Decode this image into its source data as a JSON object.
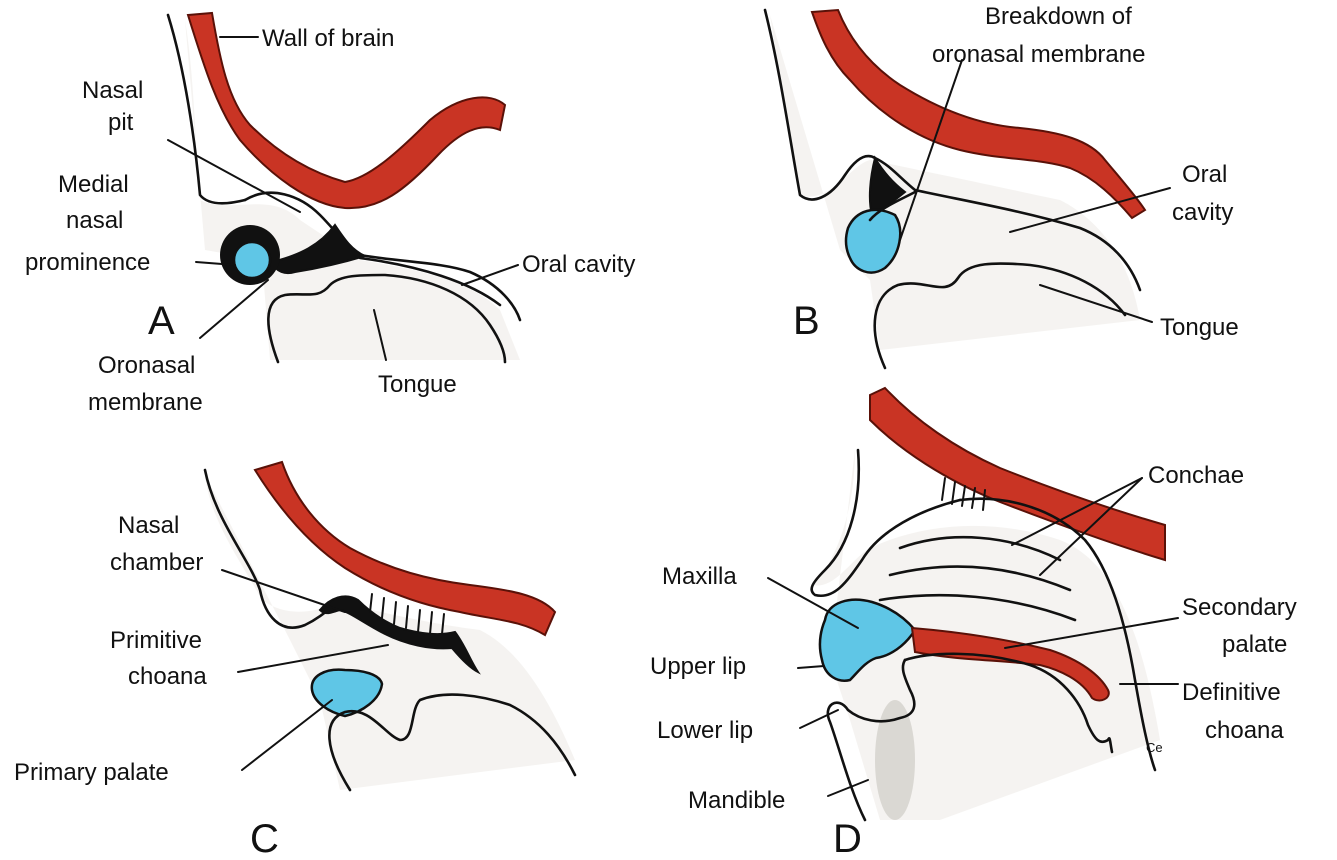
{
  "panels": [
    {
      "letter": "A",
      "labels": {
        "wall_of_brain": "Wall of brain",
        "nasal_pit_1": "Nasal",
        "nasal_pit_2": "pit",
        "medial_1": "Medial",
        "medial_2": "nasal",
        "medial_3": "prominence",
        "oral_cavity": "Oral cavity",
        "oronasal_1": "Oronasal",
        "oronasal_2": "membrane",
        "tongue": "Tongue"
      }
    },
    {
      "letter": "B",
      "labels": {
        "breakdown_1": "Breakdown of",
        "breakdown_2": "oronasal membrane",
        "oral_1": "Oral",
        "oral_2": "cavity",
        "tongue": "Tongue"
      }
    },
    {
      "letter": "C",
      "labels": {
        "nasal_chamber_1": "Nasal",
        "nasal_chamber_2": "chamber",
        "primitive_1": "Primitive",
        "primitive_2": "choana",
        "primary_palate": "Primary palate"
      }
    },
    {
      "letter": "D",
      "labels": {
        "conchae": "Conchae",
        "maxilla": "Maxilla",
        "secondary_1": "Secondary",
        "secondary_2": "palate",
        "upper_lip": "Upper lip",
        "definitive_1": "Definitive",
        "definitive_2": "choana",
        "lower_lip": "Lower lip",
        "mandible": "Mandible",
        "signature": "Ce"
      }
    }
  ],
  "colors": {
    "brain_wall": "#c93424",
    "cyan_structures": "#5fc6e6",
    "outline": "#111111"
  }
}
